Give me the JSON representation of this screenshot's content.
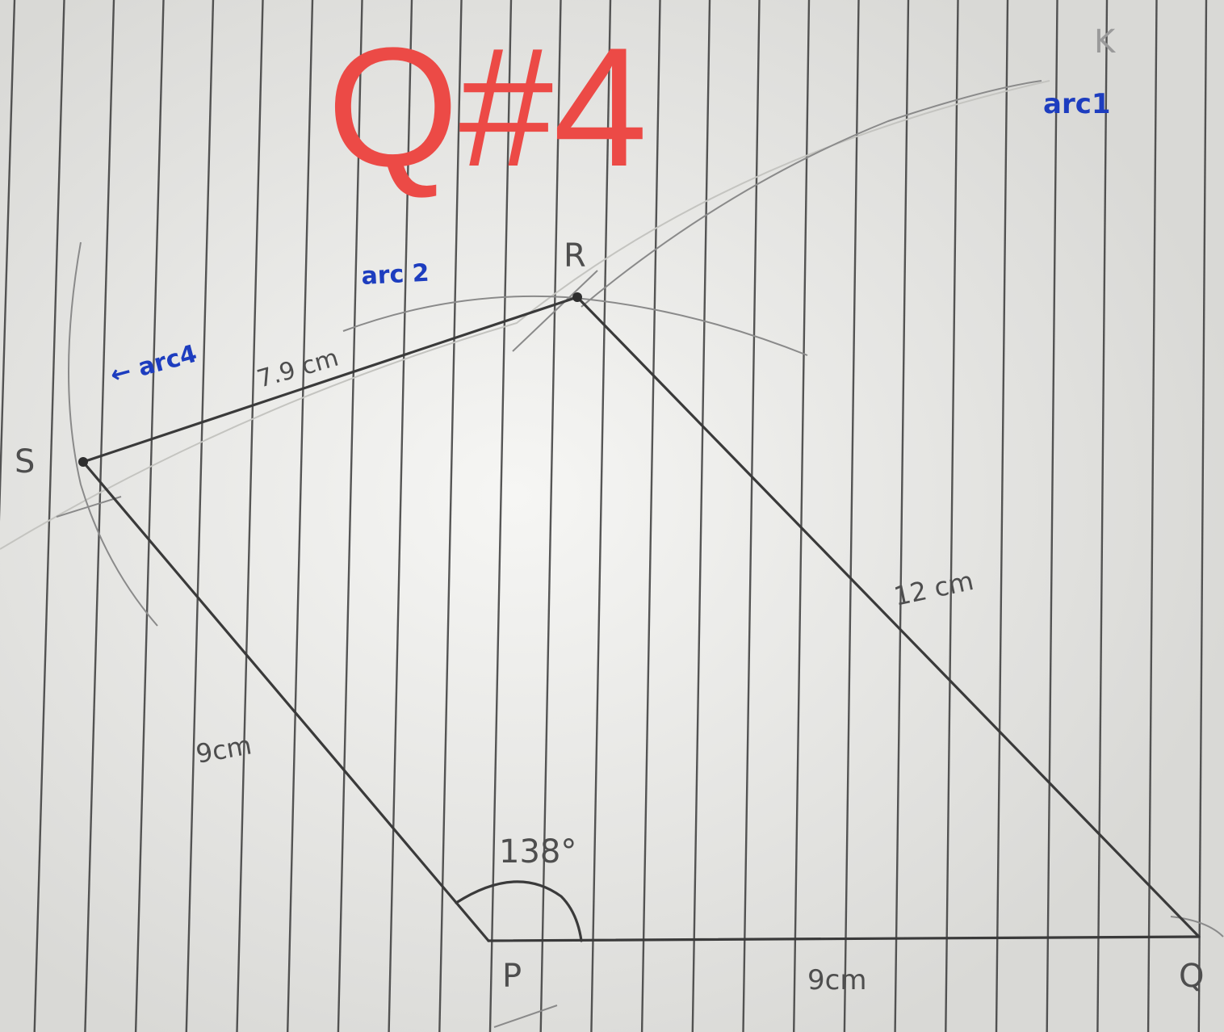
{
  "title": "Q#4",
  "colors": {
    "title": "#ec4a46",
    "annotation": "#1d3dbf",
    "pencil": "#3a3a3a",
    "paper": "#e6e6e3"
  },
  "vertices": {
    "p": "P",
    "q": "Q",
    "r": "R",
    "s": "S",
    "k": "K"
  },
  "measurements": {
    "pq": "9cm",
    "qr": "12 cm",
    "rs": "7.9 cm",
    "sp": "9cm",
    "angle_p": "138°"
  },
  "annotations": {
    "arc1": "arc1",
    "arc2": "arc 2",
    "arc4": "← arc4"
  }
}
